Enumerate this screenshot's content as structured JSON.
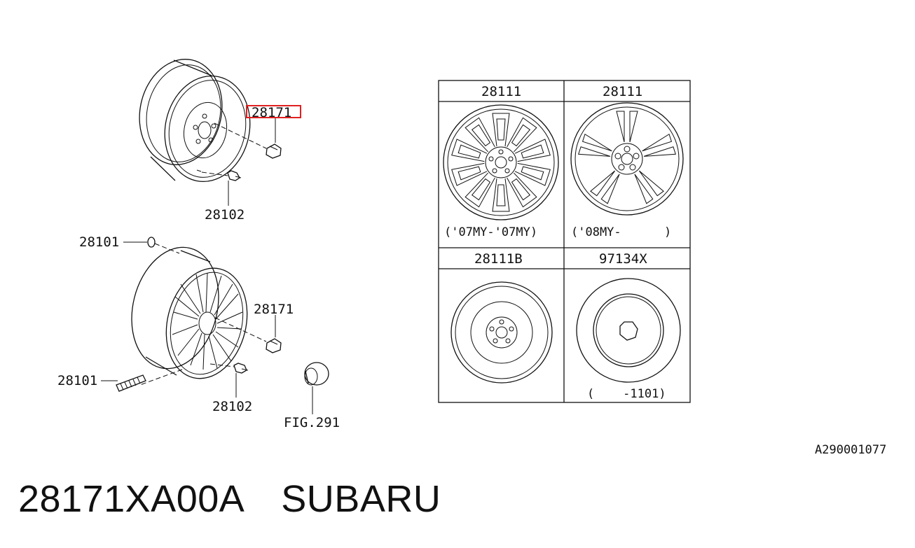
{
  "callouts": {
    "hub_nut_highlighted": "28171",
    "valve_upper": "28102",
    "balance_weight_top": "28101",
    "hub_nut_lower": "28171",
    "balance_weight_bottom": "28101",
    "valve_lower": "28102",
    "figure_ref": "FIG.291"
  },
  "variant_table": {
    "cells": [
      {
        "part": "28111",
        "note": "('07MY-'07MY)"
      },
      {
        "part": "28111",
        "note": "('08MY-      )"
      },
      {
        "part": "28111B",
        "note": ""
      },
      {
        "part": "97134X",
        "note": "(    -1101)"
      }
    ]
  },
  "drawing_code": "A290001077",
  "footer": {
    "part_number": "28171XA00A",
    "brand": "SUBARU"
  },
  "colors": {
    "highlight": "#e02020",
    "line": "#111111"
  }
}
